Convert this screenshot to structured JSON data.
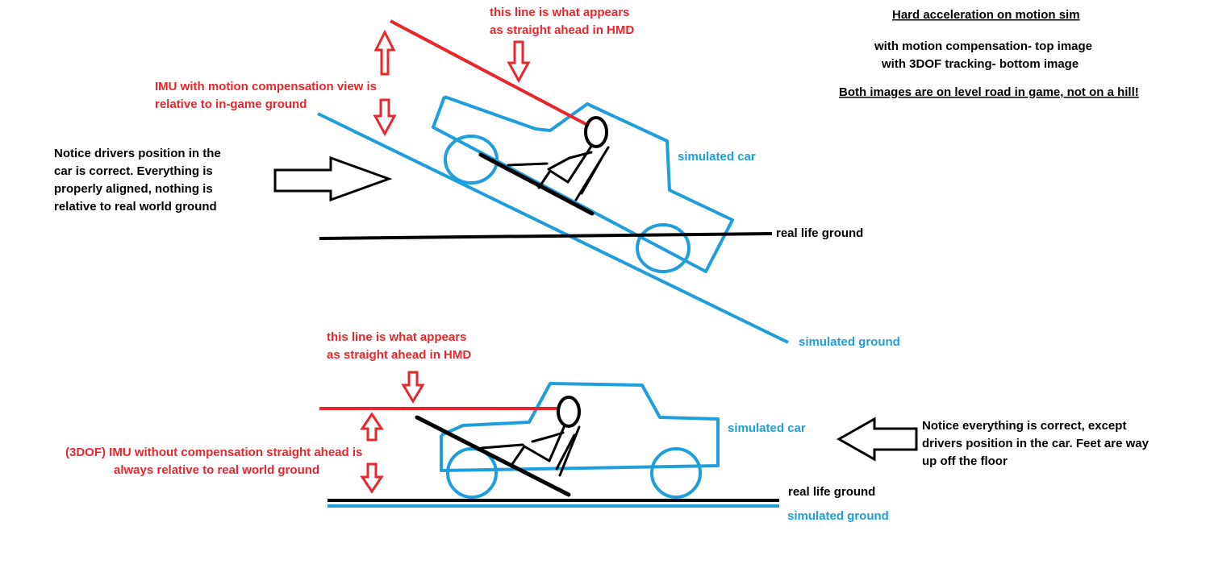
{
  "header": {
    "title": "Hard acceleration on motion sim",
    "line1": "with motion compensation- top image",
    "line2": "with 3DOF tracking- bottom image",
    "note": "Both images are on level road in game, not on a hill!"
  },
  "top": {
    "hmd_note_1": "this line is what appears",
    "hmd_note_2": "as straight ahead in HMD",
    "imu_note_1": "IMU with motion compensation view is",
    "imu_note_2": "relative to in-game ground",
    "left_note": [
      "Notice drivers position in the",
      "car is correct.  Everything is",
      "properly aligned, nothing is",
      "relative to real world ground"
    ],
    "simulated_car": "simulated car",
    "real_life_ground": "real life ground",
    "simulated_ground": "simulated ground"
  },
  "bottom": {
    "hmd_note_1": "this line is what appears",
    "hmd_note_2": "as straight ahead in HMD",
    "imu_note_1": "(3DOF) IMU without compensation straight ahead is",
    "imu_note_2": "always relative to real world ground",
    "simulated_car": "simulated car",
    "right_note": [
      "Notice everything is correct, except",
      "drivers position in the car.  Feet are way",
      "up off the floor"
    ],
    "real_life_ground": "real life ground",
    "simulated_ground": "simulated ground"
  },
  "colors": {
    "red": "#e8262b",
    "blue": "#1e9fdc",
    "black": "#000000"
  }
}
